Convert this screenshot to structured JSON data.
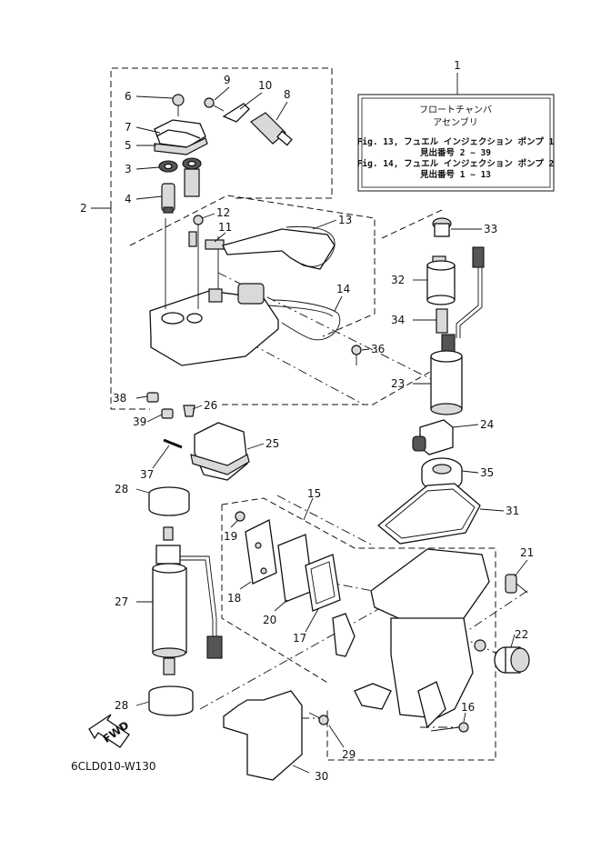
{
  "info_box": {
    "line1": "フロートチャンバ",
    "line2": "アセンブリ",
    "line3": "Fig. 13, フュエル インジェクション ポンプ 1",
    "line4": "見出番号 2 ~ 39",
    "line5": "Fig. 14, フュエル インジェクション ポンプ 2",
    "line6": "見出番号 1 ~ 13"
  },
  "callouts": [
    "1",
    "2",
    "3",
    "4",
    "5",
    "6",
    "7",
    "8",
    "9",
    "10",
    "11",
    "12",
    "13",
    "14",
    "15",
    "16",
    "17",
    "18",
    "19",
    "20",
    "21",
    "22",
    "23",
    "24",
    "25",
    "26",
    "27",
    "28",
    "28",
    "29",
    "30",
    "31",
    "32",
    "33",
    "34",
    "35",
    "36",
    "37",
    "38",
    "39"
  ],
  "fwd_label": "FWD",
  "figure_code": "6CLD010-W130"
}
